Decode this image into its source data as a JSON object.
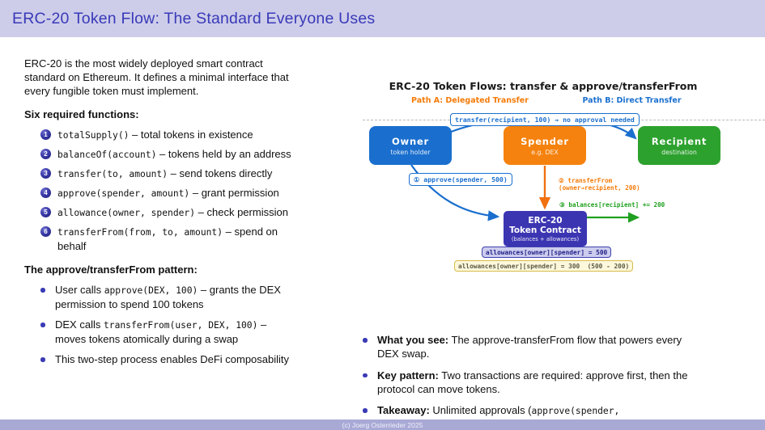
{
  "header": {
    "title": "ERC-20 Token Flow: The Standard Everyone Uses"
  },
  "left": {
    "intro": "ERC-20 is the most widely deployed smart contract\nstandard on Ethereum. It defines a minimal interface that\nevery fungible token must implement.",
    "functions_heading": "Six required functions:",
    "functions": [
      {
        "num": "1",
        "code": "totalSupply()",
        "desc": " – total tokens in existence"
      },
      {
        "num": "2",
        "code": "balanceOf(account)",
        "desc": " – tokens held by an address"
      },
      {
        "num": "3",
        "code": "transfer(to, amount)",
        "desc": " – send tokens directly"
      },
      {
        "num": "4",
        "code": "approve(spender, amount)",
        "desc": " – grant permission"
      },
      {
        "num": "5",
        "code": "allowance(owner, spender)",
        "desc": " – check permission"
      },
      {
        "num": "6",
        "code": "transferFrom(from, to, amount)",
        "desc": " – spend on\nbehalf"
      }
    ],
    "pattern_heading": "The approve/transferFrom pattern:",
    "pattern_bullets": [
      {
        "pre": "User calls ",
        "code": "approve(DEX, 100)",
        "post": " – grants the DEX\npermission to spend 100 tokens"
      },
      {
        "pre": "DEX calls ",
        "code": "transferFrom(user, DEX, 100)",
        "post": " –\nmoves tokens atomically during a swap"
      },
      {
        "pre": "This two-step process enables DeFi composability",
        "code": "",
        "post": ""
      }
    ]
  },
  "diagram": {
    "title": "ERC-20 Token Flows: transfer & approve/transferFrom",
    "path_a": "Path A: Delegated Transfer",
    "path_b": "Path B: Direct Transfer",
    "transfer_label": "transfer(recipient, 100) → no approval needed",
    "owner": {
      "title": "Owner",
      "subtitle": "token holder"
    },
    "spender": {
      "title": "Spender",
      "subtitle": "e.g. DEX"
    },
    "recipient": {
      "title": "Recipient",
      "subtitle": "destination"
    },
    "contract": {
      "line1": "ERC-20",
      "line2": "Token Contract",
      "line3": "(balances + allowances)"
    },
    "approve_label": "① approve(spender, 500)",
    "transferfrom_label": "② transferFrom\n(owner→recipient, 200)",
    "balances_label": "③ balances[recipient] += 200",
    "allowance_before": "allowances[owner][spender] = 500",
    "allowance_after": "allowances[owner][spender] = 300  (500 - 200)"
  },
  "notes": [
    {
      "label": "What you see:",
      "rest": " The approve-transferFrom flow that powers every\nDEX swap.",
      "code": ""
    },
    {
      "label": "Key pattern:",
      "rest": " Two transactions are required: approve first, then the\nprotocol can move tokens.",
      "code": ""
    },
    {
      "label": "Takeaway:",
      "rest": " Unlimited approvals (",
      "code": "approve(spender,"
    }
  ],
  "footer": {
    "copyright": "(c) Joerg Osterrieder 2025"
  },
  "colors": {
    "header_lavender": "#cdcdea",
    "accent_indigo": "#3a3ab5",
    "owner_blue": "#1a6fce",
    "spender_orange": "#f5820e",
    "recipient_green": "#2da12e",
    "contract_indigo": "#3b35b2",
    "label_orange": "#f57b0a",
    "label_green": "#1fa01f",
    "footer_lavender": "#a9a9d6"
  }
}
